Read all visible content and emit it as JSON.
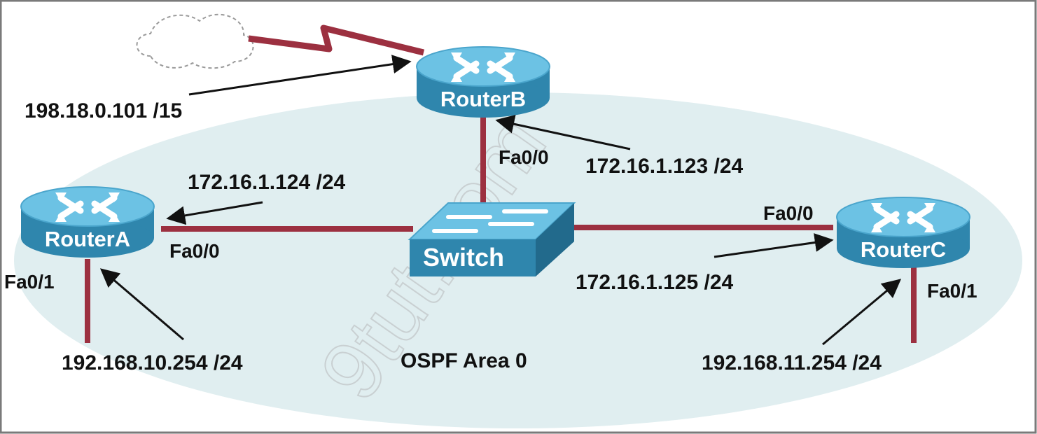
{
  "colors": {
    "area_fill": "#e0eef0",
    "link": "#9c3040",
    "device_top": "#6cc2e4",
    "device_side": "#2f86ad",
    "frame": "#7a7a7a",
    "arrow": "#111111"
  },
  "area": {
    "label": "OSPF Area 0"
  },
  "devices": {
    "router_a": {
      "name": "RouterA",
      "icon": "router-icon"
    },
    "router_b": {
      "name": "RouterB",
      "icon": "router-icon"
    },
    "router_c": {
      "name": "RouterC",
      "icon": "router-icon"
    },
    "switch": {
      "name": "Switch",
      "icon": "switch-icon"
    }
  },
  "interfaces": {
    "router_a_fa00": "Fa0/0",
    "router_a_fa01": "Fa0/1",
    "router_b_fa00": "Fa0/0",
    "router_c_fa00": "Fa0/0",
    "router_c_fa01": "Fa0/1"
  },
  "addresses": {
    "router_b_serial": "198.18.0.101 /15",
    "router_b_fa00": "172.16.1.123 /24",
    "router_a_fa00": "172.16.1.124 /24",
    "router_c_fa00": "172.16.1.125 /24",
    "router_a_fa01": "192.168.10.254 /24",
    "router_c_fa01": "192.168.11.254 /24"
  }
}
